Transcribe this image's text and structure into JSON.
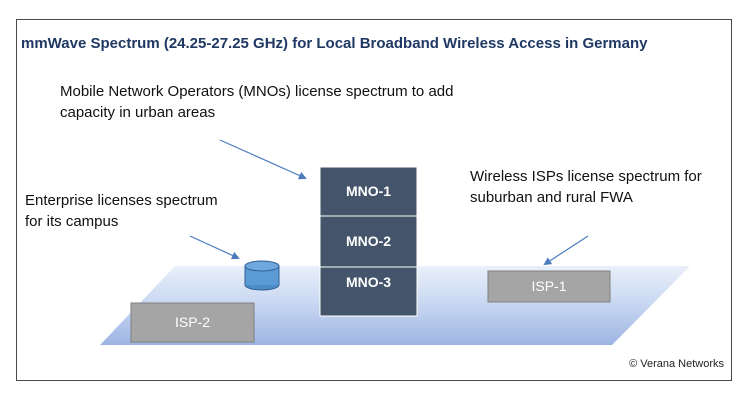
{
  "title": "mmWave Spectrum (24.25-27.25 GHz) for Local Broadband Wireless Access in Germany",
  "annotations": {
    "mno_line1": "Mobile Network Operators (MNOs) license spectrum to add",
    "mno_line2": "capacity in urban areas",
    "enterprise_line1": "Enterprise licenses spectrum",
    "enterprise_line2": "for its campus",
    "wisp_line1": "Wireless ISPs license spectrum for",
    "wisp_line2": "suburban and rural FWA"
  },
  "blocks": {
    "mno1": "MNO-1",
    "mno2": "MNO-2",
    "mno3": "MNO-3",
    "isp1": "ISP-1",
    "isp2": "ISP-2"
  },
  "copyright": "© Verana Networks",
  "colors": {
    "title": "#1f3864",
    "mno_block": "#44546a",
    "isp_block": "#a5a5a5",
    "plane_light": "#dfe8f7",
    "plane_dark": "#9fb6e3",
    "cylinder": "#5b9bd5",
    "arrow": "#4a7bbd"
  }
}
